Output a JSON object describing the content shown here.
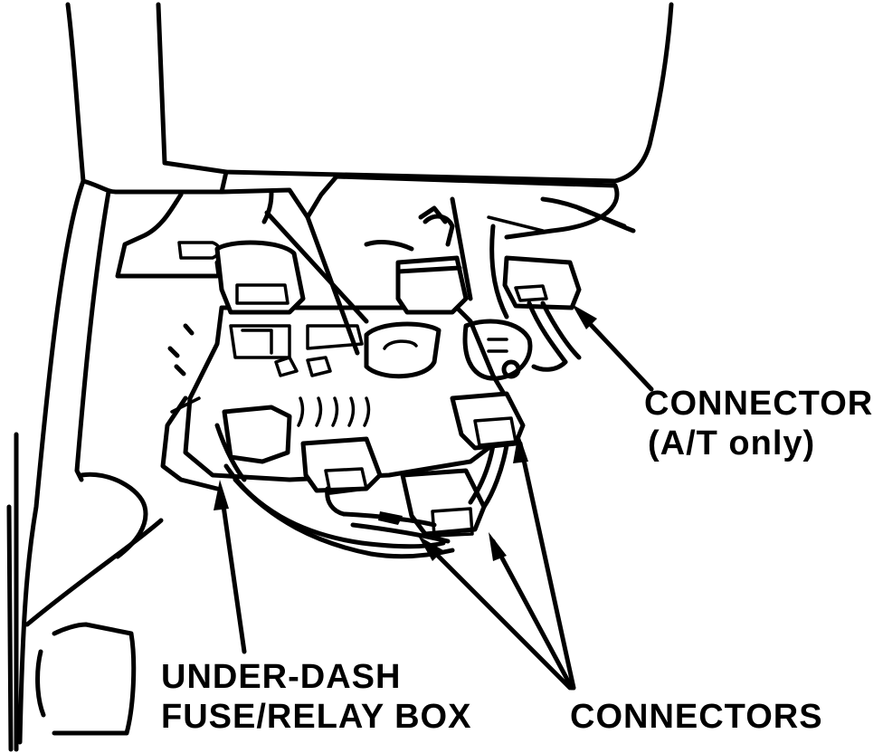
{
  "labels": {
    "connector_at": [
      "CONNECTOR",
      "(A/T only)"
    ],
    "fuse_box": [
      "UNDER-DASH",
      "FUSE/RELAY BOX"
    ],
    "connectors": "CONNECTORS"
  },
  "colors": {
    "ink": "#000000",
    "background": "#ffffff"
  }
}
